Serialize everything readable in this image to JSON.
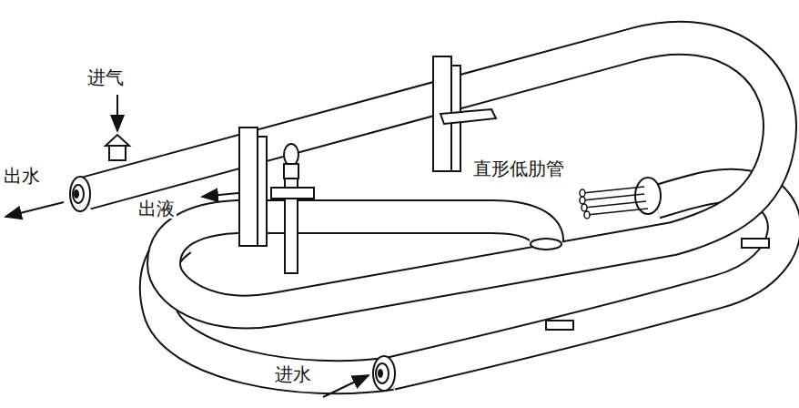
{
  "diagram": {
    "labels": [
      "进气",
      "出水",
      "出液",
      "直形低肋管",
      "进水"
    ]
  }
}
